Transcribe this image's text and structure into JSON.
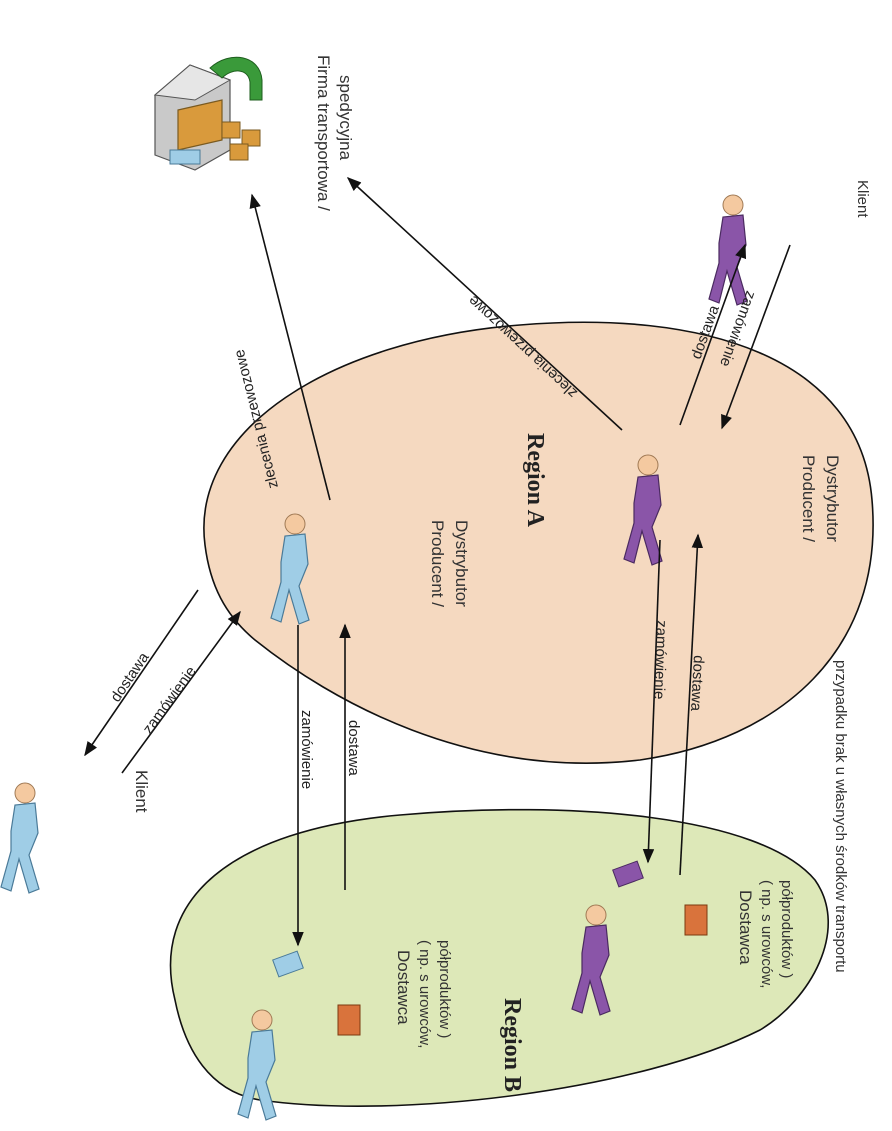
{
  "regions": {
    "a": {
      "title": "Region A",
      "fill": "#f5d9c0"
    },
    "b": {
      "title": "Region B",
      "fill": "#dde8b8"
    }
  },
  "nodes": {
    "transport_company": {
      "line1": "Firma transportowa /",
      "line2": "spedycyjna"
    },
    "client_right": {
      "label": "Klient"
    },
    "client_left": {
      "label": "Klient"
    },
    "producer_a_blue": {
      "line1": "Producent /",
      "line2": "Dystrybutor"
    },
    "producer_a_purple": {
      "line1": "Producent /",
      "line2": "Dystrybutor"
    },
    "supplier_b_blue": {
      "line1": "Dostawca",
      "line2": "( np. s urowców,",
      "line3": "półproduktów )"
    },
    "supplier_b_purple": {
      "line1": "Dostawca",
      "line2": "( np. s urowców,",
      "line3": "półproduktów )"
    }
  },
  "edges": {
    "blue_to_transport": "zlecenia przewozowe",
    "purple_to_transport": "zlecenia przewozowe",
    "purple_delivery_client": "dostawa",
    "client_order_purple": "zamówienie",
    "left_delivery": "dostawa",
    "left_order": "zamówienie",
    "blue_order_supplier": "zamówienie",
    "blue_supplier_delivery": "dostawa",
    "purple_order_supplier": "zamówienie",
    "purple_supplier_delivery": "dostawa"
  },
  "footnote": "przypadku brak u własnych środków transportu",
  "colors": {
    "blue_figure": "#9fcde6",
    "purple_figure": "#8a55a8",
    "skin": "#f4c9a0",
    "box": "#d99a3c",
    "green_arrow": "#3a9a3a"
  }
}
